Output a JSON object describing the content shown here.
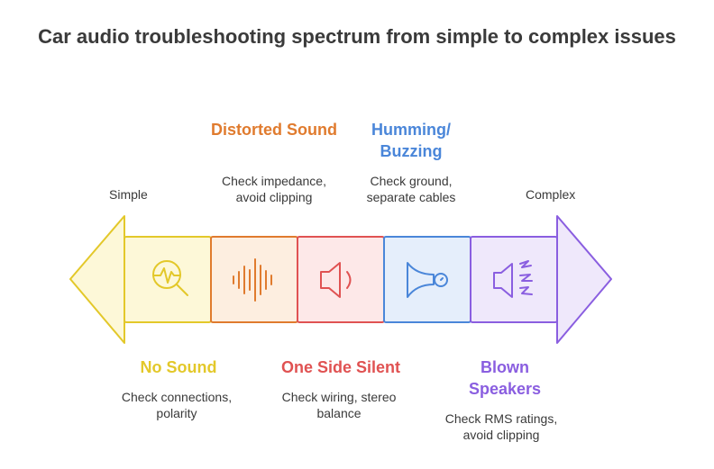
{
  "title": "Car audio troubleshooting spectrum from simple to complex issues",
  "spectrum": {
    "left_label": "Simple",
    "right_label": "Complex"
  },
  "issues": [
    {
      "heading": "No Sound",
      "description": "Check connections, polarity",
      "color": "#e3c82a",
      "fill": "#fdf8d8",
      "icon": "magnifier-waveform-icon"
    },
    {
      "heading": "Distorted Sound",
      "description": "Check impedance, avoid clipping",
      "color": "#e07b2e",
      "fill": "#fdeee0",
      "icon": "sound-wave-icon"
    },
    {
      "heading": "One Side Silent",
      "description": "Check wiring, stereo balance",
      "color": "#e05252",
      "fill": "#fde8e8",
      "icon": "speaker-icon"
    },
    {
      "heading": "Humming/ Buzzing",
      "description": "Check ground, separate cables",
      "color": "#4a86d9",
      "fill": "#e5eefb",
      "icon": "horn-icon"
    },
    {
      "heading": "Blown Speakers",
      "description": "Check RMS ratings, avoid clipping",
      "color": "#8a5ee0",
      "fill": "#efe8fb",
      "icon": "speaker-lightning-icon"
    }
  ]
}
